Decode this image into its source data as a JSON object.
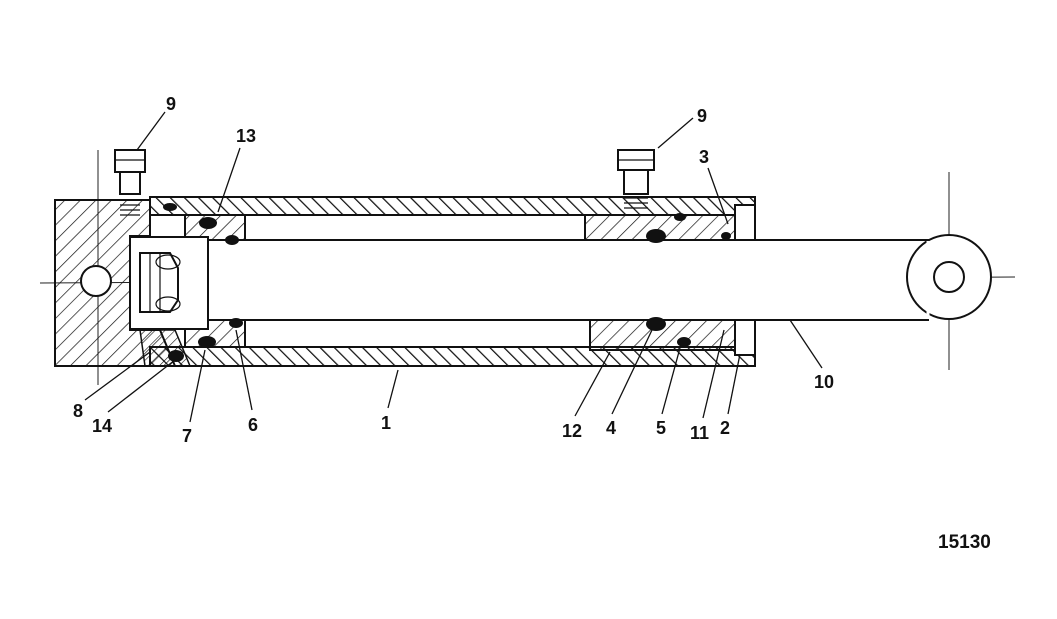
{
  "figure_number": "15130",
  "callouts": {
    "c1": "1",
    "c2": "2",
    "c3": "3",
    "c4": "4",
    "c5": "5",
    "c6": "6",
    "c7": "7",
    "c8": "8",
    "c9_left": "9",
    "c9_right": "9",
    "c10": "10",
    "c11": "11",
    "c12": "12",
    "c13": "13",
    "c14": "14"
  }
}
